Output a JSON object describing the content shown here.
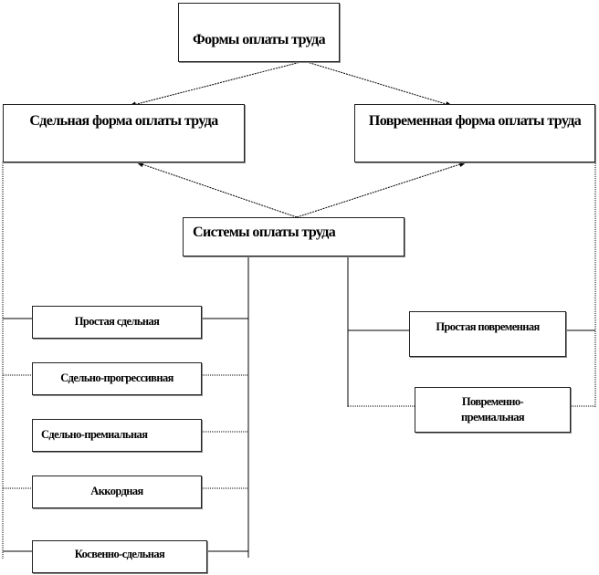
{
  "title": "Формы оплаты труда",
  "forms": {
    "piece": "Сдельная форма оплаты труда",
    "time": "Повременная форма оплаты труда"
  },
  "systems": "Системы оплаты труда",
  "piece_systems": [
    "Простая сдельная",
    "Сдельно-прогрессивная",
    "Сдельно-премиальная",
    "Аккордная",
    "Косвенно-сдельная"
  ],
  "time_systems": [
    "Простая повременная",
    "Повременно-премиальная"
  ]
}
